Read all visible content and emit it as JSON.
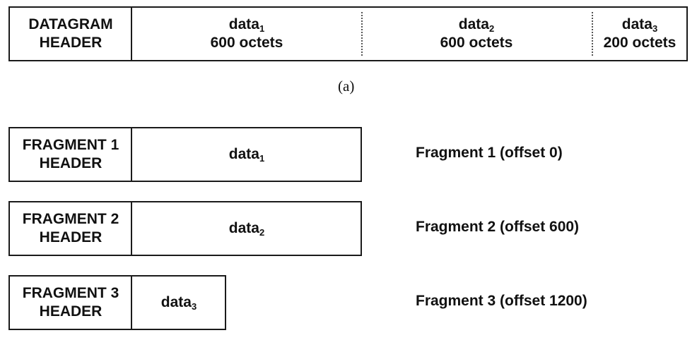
{
  "datagram": {
    "header_line1": "DATAGRAM",
    "header_line2": "HEADER",
    "segments": [
      {
        "name": "data",
        "sub": "1",
        "size": "600 octets"
      },
      {
        "name": "data",
        "sub": "2",
        "size": "600 octets"
      },
      {
        "name": "data",
        "sub": "3",
        "size": "200 octets"
      }
    ]
  },
  "caption": "(a)",
  "fragments": [
    {
      "header_line1": "FRAGMENT 1",
      "header_line2": "HEADER",
      "data_name": "data",
      "data_sub": "1",
      "label": "Fragment 1 (offset 0)"
    },
    {
      "header_line1": "FRAGMENT 2",
      "header_line2": "HEADER",
      "data_name": "data",
      "data_sub": "2",
      "label": "Fragment 2 (offset 600)"
    },
    {
      "header_line1": "FRAGMENT 3",
      "header_line2": "HEADER",
      "data_name": "data",
      "data_sub": "3",
      "label": "Fragment 3 (offset 1200)"
    }
  ]
}
